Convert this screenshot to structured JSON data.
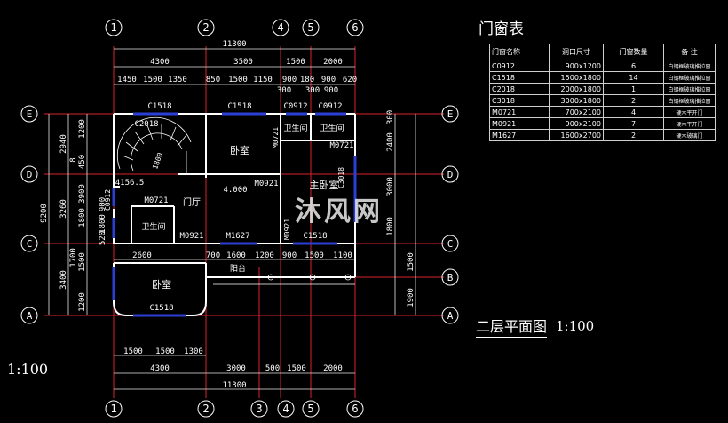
{
  "axes": {
    "numbered": [
      "1",
      "2",
      "4",
      "5",
      "6"
    ],
    "numbered_bottom": [
      "1",
      "2",
      "3",
      "4",
      "5",
      "6"
    ],
    "lettered": [
      "E",
      "D",
      "C",
      "B",
      "A"
    ]
  },
  "dims": {
    "top_total": "11300",
    "top_row1": [
      "4300",
      "3500",
      "1500",
      "2000"
    ],
    "top_row2": [
      "1450",
      "1500",
      "1350",
      "850",
      "1500",
      "1150",
      "900",
      "180",
      "900",
      "620"
    ],
    "top_row3": [
      "300",
      "300",
      "900"
    ],
    "bottom_row1": [
      "1500",
      "1500",
      "1300"
    ],
    "bottom_row2": [
      "4300",
      "3000",
      "500",
      "1500",
      "2000"
    ],
    "bottom_total": "11300",
    "left_outer": "9200",
    "left_parts": [
      "2940",
      "3260",
      "3400"
    ],
    "left_inner": [
      "1200",
      "450",
      "3900",
      "1800",
      "1800",
      "1700",
      "1500",
      "1200",
      "900",
      "520",
      "8"
    ],
    "right_parts": [
      "2400",
      "3000",
      "1800",
      "1500",
      "1900"
    ],
    "right_small": [
      "300"
    ],
    "mid": [
      "2600",
      "700",
      "1600",
      "1200",
      "900",
      "1500",
      "1100"
    ]
  },
  "labels": {
    "c1518_a": "C1518",
    "c1518_b": "C1518",
    "c1518_c": "C1518",
    "c1518_d": "C1518",
    "c0912_a": "C0912",
    "c0912_b": "C0912",
    "c0912_c": "C0912",
    "c3018": "C3018",
    "c2018": "C2018",
    "m0721_a": "M0721",
    "m0721_b": "M0721",
    "m0721_c": "M0721",
    "m0921_a": "M0921",
    "m0921_b": "M0921",
    "m0921_c": "M0921",
    "m1627": "M1627",
    "bedroom1": "卧室",
    "bedroom2": "卧室",
    "master": "主卧室",
    "bath1": "卫生间",
    "bath2": "卫生间",
    "bath3": "卫生间",
    "hall": "门厅",
    "balcony": "阳台",
    "elev": "4.000",
    "stair": "4156.5",
    "stair_note": "1800"
  },
  "table": {
    "title": "门窗表",
    "headers": [
      "门窗名称",
      "洞口尺寸",
      "门窗数量",
      "备 注"
    ],
    "rows": [
      {
        "name": "C0912",
        "size": "900x1200",
        "qty": "6",
        "note": "白钢框玻璃推拉窗"
      },
      {
        "name": "C1518",
        "size": "1500x1800",
        "qty": "14",
        "note": "白钢框玻璃推拉窗"
      },
      {
        "name": "C2018",
        "size": "2000x1800",
        "qty": "1",
        "note": "白钢框玻璃推拉窗"
      },
      {
        "name": "C3018",
        "size": "3000x1800",
        "qty": "2",
        "note": "白钢框玻璃推拉窗"
      },
      {
        "name": "M0721",
        "size": "700x2100",
        "qty": "4",
        "note": "硬木平开门"
      },
      {
        "name": "M0921",
        "size": "900x2100",
        "qty": "7",
        "note": "硬木平开门"
      },
      {
        "name": "M1627",
        "size": "1600x2700",
        "qty": "2",
        "note": "硬木玻璃门"
      }
    ]
  },
  "title": {
    "main": "二层平面图",
    "scale": "1:100"
  },
  "scale_left": "1:100",
  "watermark": "沐风网",
  "colors": {
    "axis": "#d9222a",
    "wall": "#ffffff",
    "window": "#2b3fd6",
    "dim": "#ffffff",
    "grid": "#ff2a2a"
  }
}
